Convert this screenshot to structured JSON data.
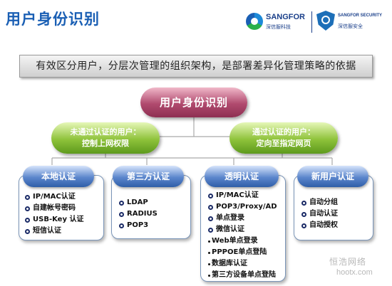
{
  "header": {
    "title": "用户身份识别"
  },
  "logos": {
    "sangfor_name": "SANGFOR",
    "sangfor_sub": "深信服科技",
    "security_name": "SANGFOR SECURITY",
    "security_sub": "深信服安全"
  },
  "banner": {
    "text": "有效区分用户，分层次管理的组织架构，是部署差异化管理策略的依据"
  },
  "diagram": {
    "root": "用户身份识别",
    "branches": [
      {
        "line1": "未通过认证的用户：",
        "line2": "控制上网权限"
      },
      {
        "line1": "通过认证的用户：",
        "line2": "定向至指定网页"
      }
    ],
    "cards": [
      {
        "title": "本地认证",
        "items": [
          {
            "text": "IP/MAC认证",
            "bullet": "circle"
          },
          {
            "text": "自建帐号密码",
            "bullet": "circle"
          },
          {
            "text": "USB-Key 认证",
            "bullet": "circle"
          },
          {
            "text": "短信认证",
            "bullet": "circle"
          }
        ]
      },
      {
        "title": "第三方认证",
        "items": [
          {
            "text": "LDAP",
            "bullet": "circle"
          },
          {
            "text": "RADIUS",
            "bullet": "circle"
          },
          {
            "text": "POP3",
            "bullet": "circle"
          }
        ]
      },
      {
        "title": "透明认证",
        "items": [
          {
            "text": "IP/MAC认证",
            "bullet": "circle"
          },
          {
            "text": "POP3/Proxy/AD",
            "bullet": "circle"
          },
          {
            "text": "单点登录",
            "bullet": "circle"
          },
          {
            "text": "微信认证",
            "bullet": "circle"
          },
          {
            "text": "Web单点登录",
            "bullet": "dot"
          },
          {
            "text": "PPPOE单点登陆",
            "bullet": "dot"
          },
          {
            "text": "数据库认证",
            "bullet": "dot"
          },
          {
            "text": "第三方设备单点登陆",
            "bullet": "dot"
          }
        ]
      },
      {
        "title": "新用户认证",
        "items": [
          {
            "text": "自动分组",
            "bullet": "circle"
          },
          {
            "text": "自动认证",
            "bullet": "circle"
          },
          {
            "text": "自动授权",
            "bullet": "circle"
          }
        ]
      }
    ]
  },
  "watermark": {
    "line1": "恒浩网络",
    "line2": "hootx.com"
  },
  "colors": {
    "title": "#1a5fb4",
    "root_node": "#a8416a",
    "branch_node": "#7db332",
    "card_header": "#3d6db5",
    "connector": "#a9a9a9"
  }
}
